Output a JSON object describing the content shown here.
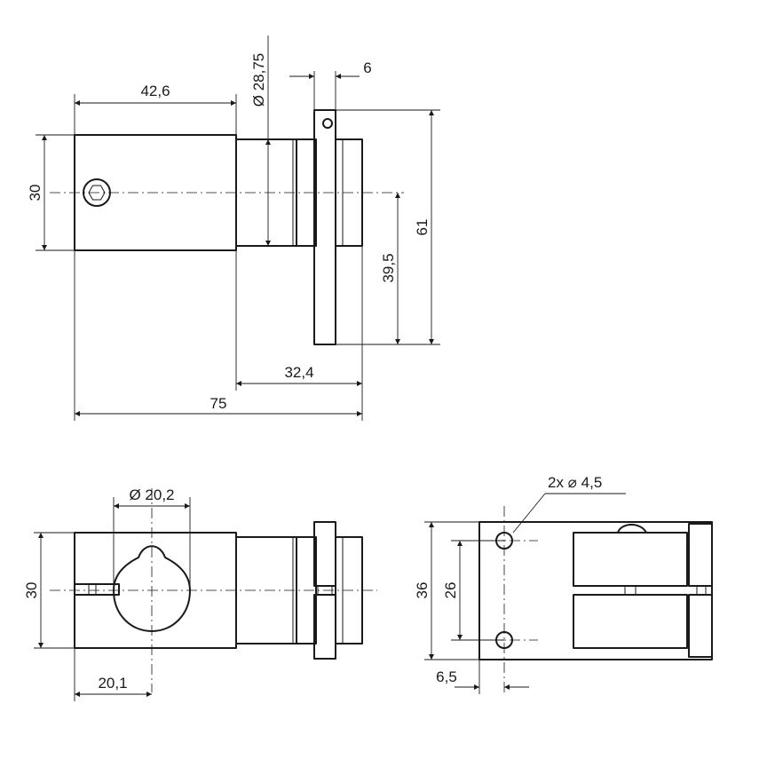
{
  "view_top": {
    "dim_width_body": "42,6",
    "dim_diameter_neck": "Ø 28,75",
    "dim_flange_thickness": "6",
    "dim_height_body": "30",
    "dim_total_height": "61",
    "dim_center_to_bottom": "39,5",
    "dim_neck_to_end": "32,4",
    "dim_total_length": "75"
  },
  "view_front": {
    "dim_bore": "Ø 20,2",
    "dim_height": "30",
    "dim_bore_offset": "20,1"
  },
  "view_side": {
    "dim_holes": "2x ⌀ 4,5",
    "dim_height": "36",
    "dim_hole_spacing": "26",
    "dim_hole_offset": "6,5"
  }
}
